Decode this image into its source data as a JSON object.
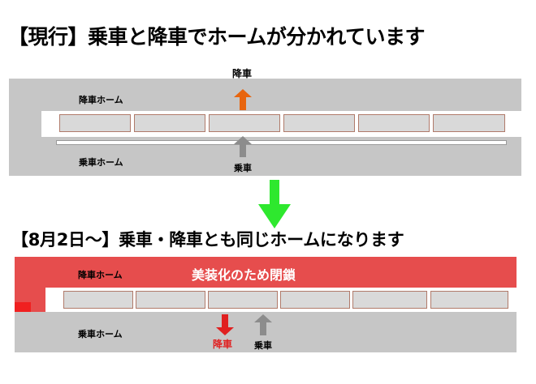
{
  "current": {
    "heading": "【現行】乗車と降車でホームが分かれています",
    "alighting_platform_label": "降車ホーム",
    "boarding_platform_label": "乗車ホーム",
    "alighting_label": "降車",
    "boarding_label": "乗車"
  },
  "new": {
    "heading": "【8月2日～】乗車・降車とも同じホームになります",
    "alighting_platform_label": "降車ホーム",
    "closed_text": "美装化のため閉鎖",
    "boarding_platform_label": "乗車ホーム",
    "alighting_label": "降車",
    "boarding_label": "乗車"
  },
  "colors": {
    "platform_gray": "#c6c6c6",
    "closed_red": "#e64d4d",
    "alight_arrow_orange": "#e8650e",
    "alight_arrow_red": "#e02020",
    "board_arrow_gray": "#8c8c8c",
    "transition_arrow_green": "#2ee82e"
  },
  "icons": {
    "alighting_arrow": "arrow-up-icon",
    "boarding_arrow": "arrow-up-icon",
    "transition_arrow": "arrow-down-icon"
  }
}
